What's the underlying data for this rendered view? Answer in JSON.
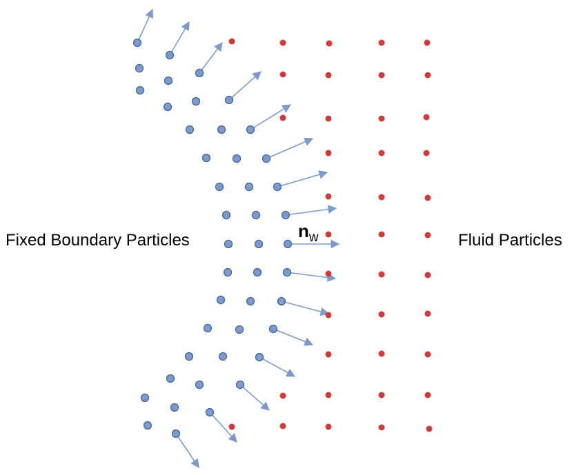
{
  "labels": {
    "boundary": "Fixed Boundary Particles",
    "fluid": "Fluid Particles",
    "normal_symbol": "n",
    "normal_subscript": "w"
  },
  "colors": {
    "boundary_particle_fill": "#7b9bcf",
    "boundary_particle_stroke": "#3f5f94",
    "fluid_particle": "#d23a3a",
    "normal_vector": "#7b9bcf"
  },
  "icons": {
    "boundary_particle": "blue-circle-marker",
    "fluid_particle": "red-dot-marker",
    "normal_vector": "arrow-icon"
  }
}
